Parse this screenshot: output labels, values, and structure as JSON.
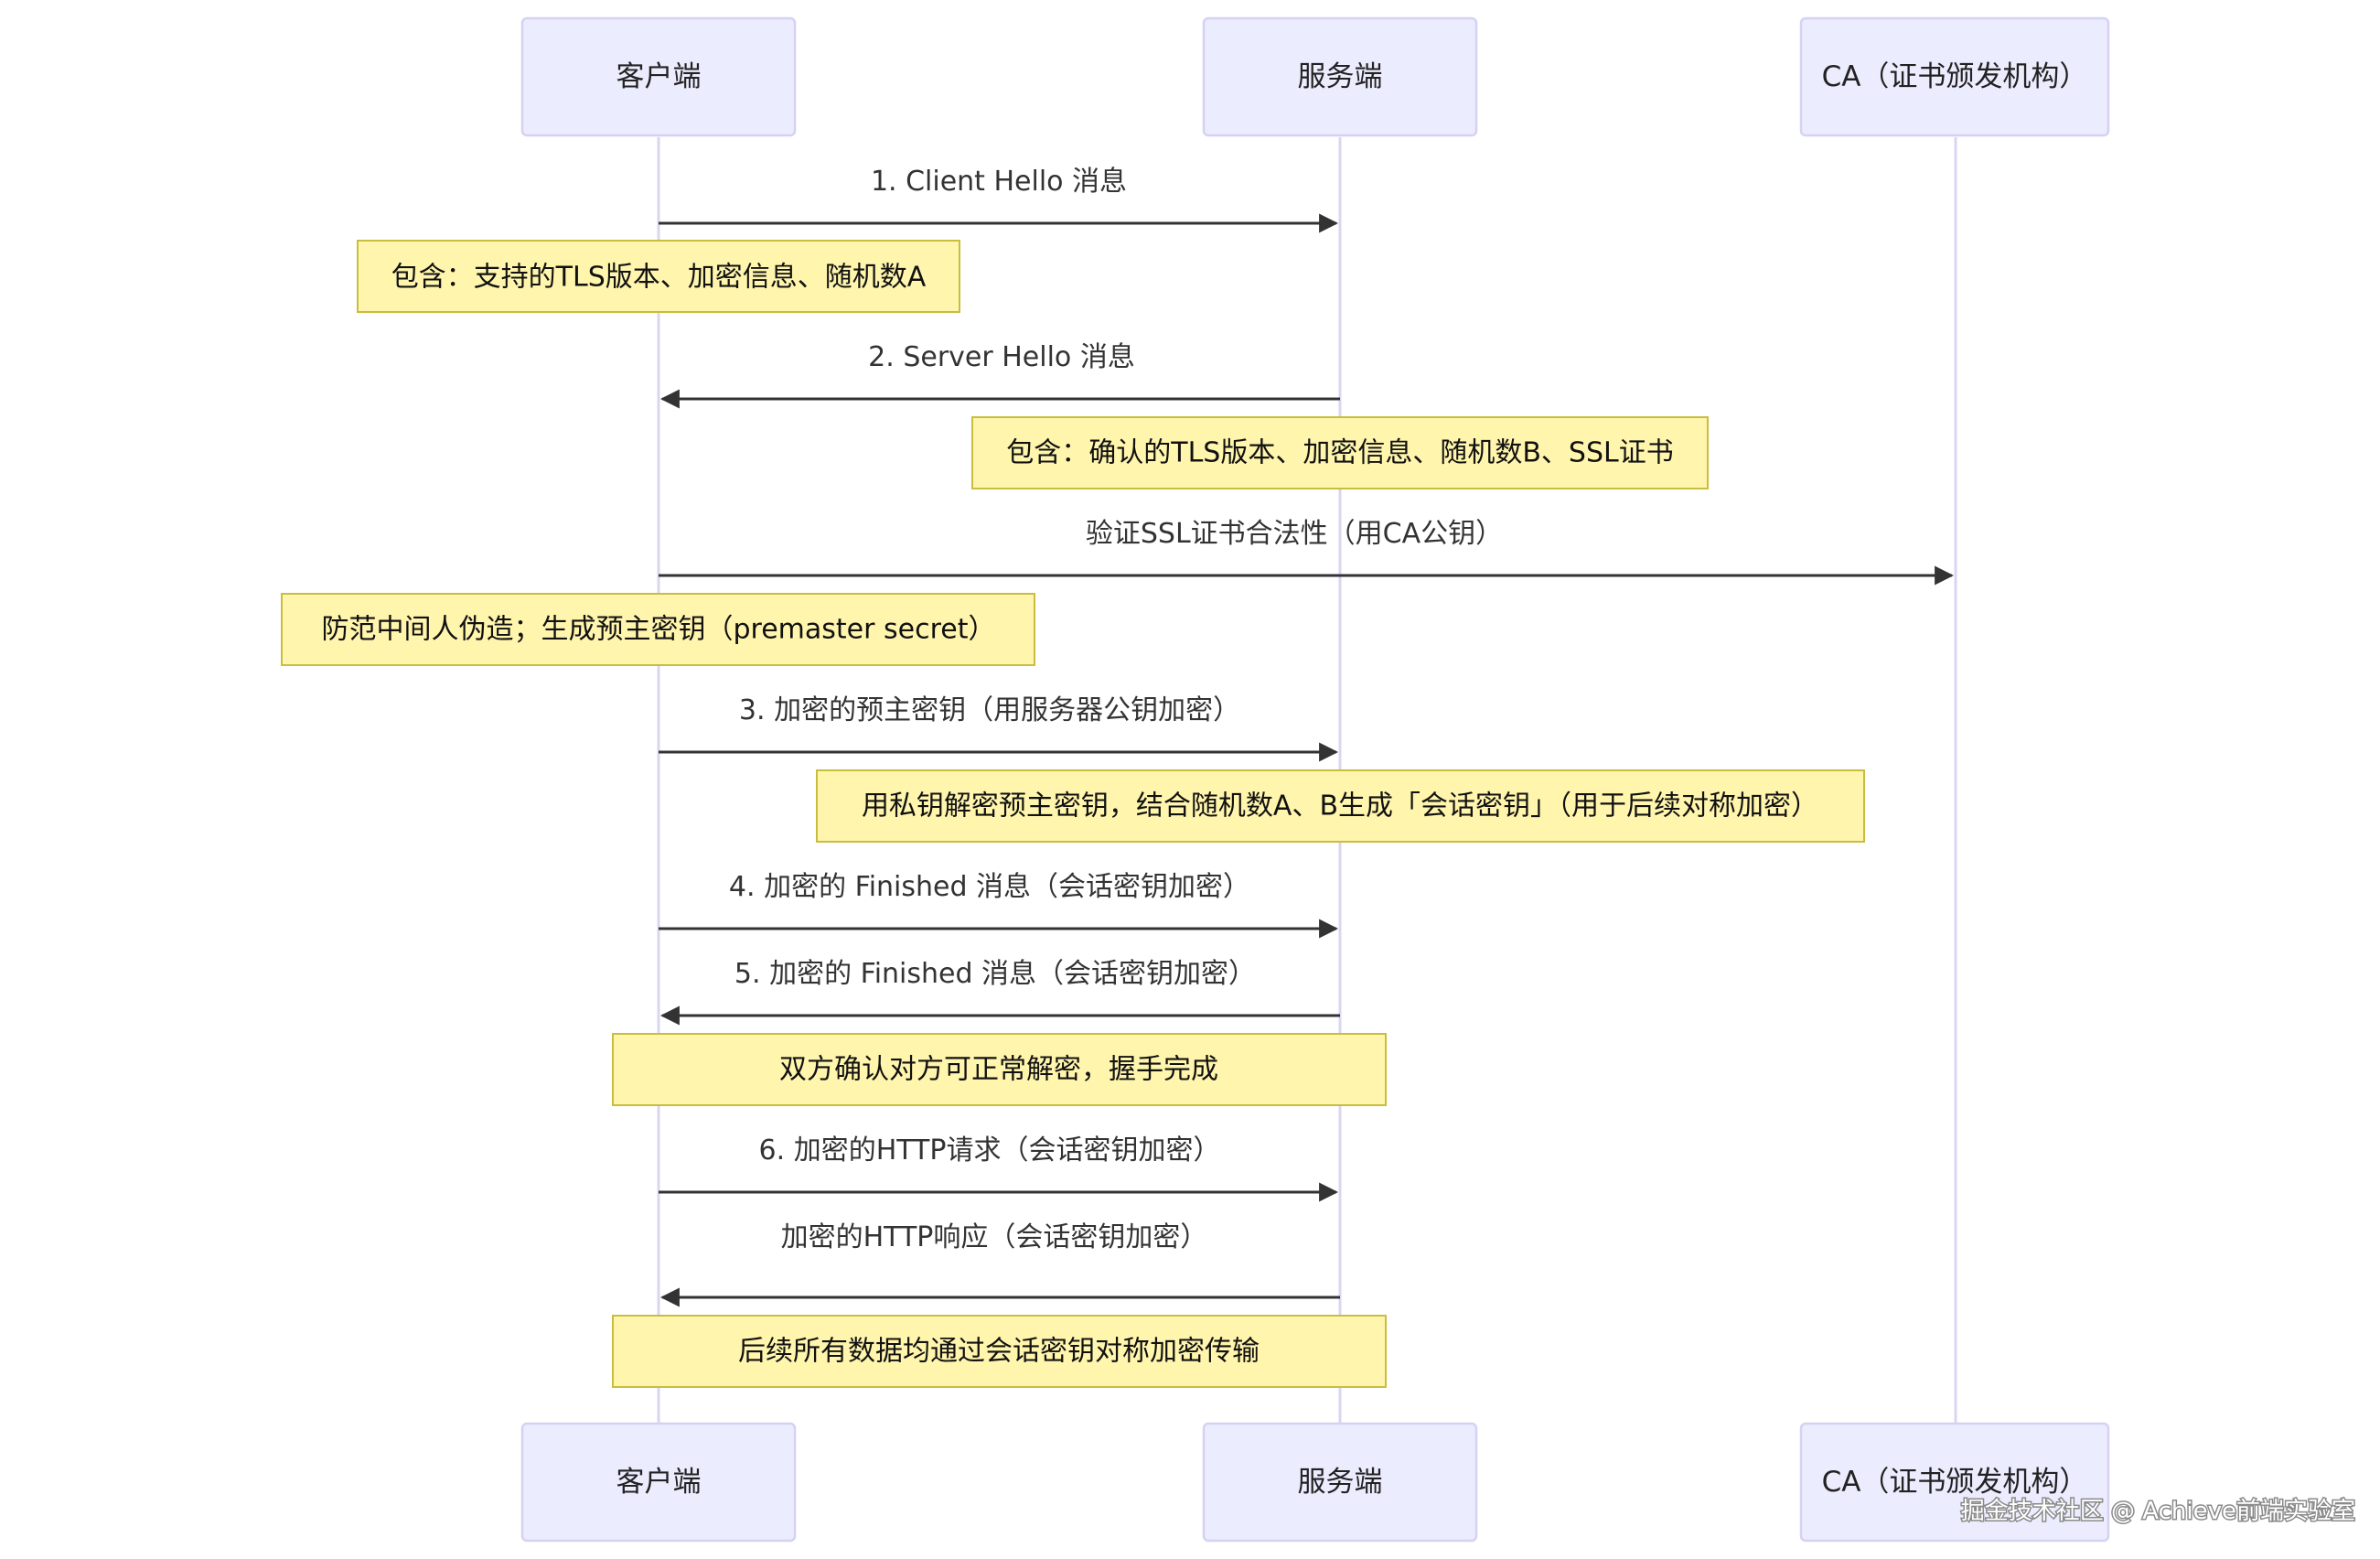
{
  "participants": [
    {
      "id": "client",
      "label": "客户端"
    },
    {
      "id": "server",
      "label": "服务端"
    },
    {
      "id": "ca",
      "label": "CA（证书颁发机构）"
    }
  ],
  "messages": [
    {
      "from": "client",
      "to": "server",
      "label": "1. Client Hello 消息"
    },
    {
      "from": "server",
      "to": "client",
      "label": "2. Server Hello 消息"
    },
    {
      "from": "client",
      "to": "ca",
      "label": "验证SSL证书合法性（用CA公钥）"
    },
    {
      "from": "client",
      "to": "server",
      "label": "3. 加密的预主密钥（用服务器公钥加密）"
    },
    {
      "from": "client",
      "to": "server",
      "label": "4. 加密的 Finished 消息（会话密钥加密）"
    },
    {
      "from": "server",
      "to": "client",
      "label": "5. 加密的 Finished 消息（会话密钥加密）"
    },
    {
      "from": "client",
      "to": "server",
      "label": "6. 加密的HTTP请求（会话密钥加密）"
    },
    {
      "from": "server",
      "to": "client",
      "label": "加密的HTTP响应（会话密钥加密）"
    }
  ],
  "notes": [
    {
      "text": "包含：支持的TLS版本、加密信息、随机数A"
    },
    {
      "text": "包含：确认的TLS版本、加密信息、随机数B、SSL证书"
    },
    {
      "text": "防范中间人伪造；生成预主密钥（premaster secret）"
    },
    {
      "text": "用私钥解密预主密钥，结合随机数A、B生成「会话密钥」（用于后续对称加密）"
    },
    {
      "text": "双方确认对方可正常解密，握手完成"
    },
    {
      "text": "后续所有数据均通过会话密钥对称加密传输"
    }
  ],
  "watermark": "掘金技术社区 @ Achieve前端实验室",
  "colors": {
    "actor_fill": "#ECECFF",
    "actor_border": "#d4d1f5",
    "lifeline": "#d9d6f0",
    "note_fill": "#FFF5AD",
    "note_border": "#c9bd3e",
    "arrow": "#333333"
  }
}
